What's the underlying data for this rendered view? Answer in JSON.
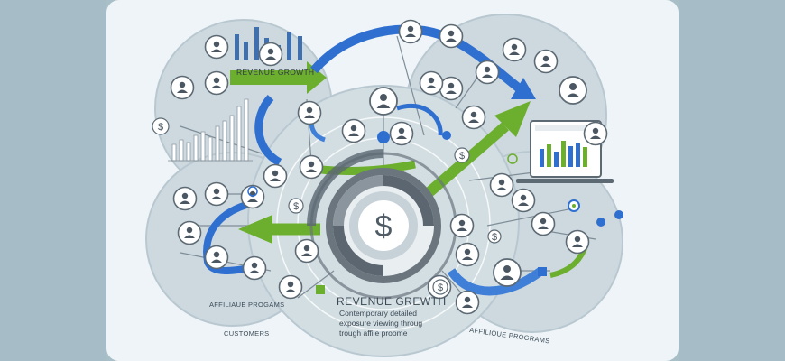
{
  "labels": {
    "top_arrow": "REVENUE GROWTH",
    "center_title": "REVENUE GREWTH",
    "center_sub_1": "Contemporary detailed",
    "center_sub_2": "exposure viewing throug",
    "center_sub_3": "trough affile proome",
    "affiliate_left": "AFFILIAUE PROGAMS",
    "customers": "CUSTOMERS",
    "affiliate_right": "AFFILIOUE PROGRAMS"
  },
  "center_icon": "$",
  "colors": {
    "panel": "#eef4f7",
    "circle_fill": "#cdd9df",
    "circle_stroke": "#b9c8d0",
    "blue": "#2f6fd0",
    "green": "#6cae2d",
    "dark_ring": "#5b6670",
    "node_stroke": "#5d6a74"
  }
}
